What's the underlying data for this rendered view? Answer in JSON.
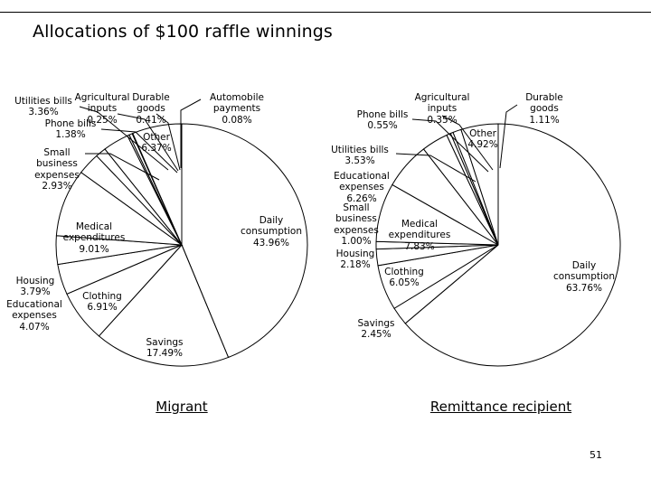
{
  "slide": {
    "title": "Allocations of $100 raffle winnings",
    "page_number": "51"
  },
  "charts": [
    {
      "caption": "Migrant",
      "labels": {
        "daily_consumption": "Daily\nconsumption\n43.96%",
        "savings": "Savings\n17.49%",
        "clothing": "Clothing\n6.91%",
        "educational": "Educational\nexpenses\n4.07%",
        "housing": "Housing\n3.79%",
        "medical": "Medical\nexpenditures\n9.01%",
        "small_business": "Small\nbusiness\nexpenses\n2.93%",
        "utilities": "Utilities bills\n3.36%",
        "phone": "Phone bills\n1.38%",
        "agricultural": "Agricultural\ninputs\n0.25%",
        "durable": "Durable\ngoods\n0.41%",
        "automobile": "Automobile\npayments\n0.08%",
        "other": "Other\n6.37%"
      }
    },
    {
      "caption": "Remittance recipient",
      "labels": {
        "daily_consumption": "Daily\nconsumption\n63.76%",
        "savings": "Savings\n2.45%",
        "clothing": "Clothing\n6.05%",
        "housing": "Housing\n2.18%",
        "small_business": "Small\nbusiness\nexpenses\n1.00%",
        "medical": "Medical\nexpenditures\n7.83%",
        "educational": "Educational\nexpenses\n6.26%",
        "utilities": "Utilities bills\n3.53%",
        "phone": "Phone bills\n0.55%",
        "agricultural": "Agricultural\ninputs\n0.35%",
        "durable": "Durable\ngoods\n1.11%",
        "other": "Other\n4.92%"
      }
    }
  ],
  "chart_data": [
    {
      "type": "pie",
      "title": "Migrant",
      "categories": [
        "Daily consumption",
        "Savings",
        "Clothing",
        "Educational expenses",
        "Housing",
        "Medical expenditures",
        "Small business expenses",
        "Phone bills",
        "Utilities bills",
        "Agricultural inputs",
        "Durable goods",
        "Automobile payments",
        "Other"
      ],
      "values": [
        43.96,
        17.49,
        6.91,
        4.07,
        3.79,
        9.01,
        2.93,
        1.38,
        3.36,
        0.25,
        0.41,
        0.08,
        6.37
      ],
      "unit": "%",
      "start_angle_deg": 0,
      "direction": "clockwise",
      "legend": "none",
      "labels_outside": true
    },
    {
      "type": "pie",
      "title": "Remittance recipient",
      "categories": [
        "Daily consumption",
        "Savings",
        "Clothing",
        "Housing",
        "Small business expenses",
        "Medical expenditures",
        "Educational expenses",
        "Utilities bills",
        "Phone bills",
        "Agricultural inputs",
        "Durable goods",
        "Other"
      ],
      "values": [
        63.76,
        2.45,
        6.05,
        2.18,
        1.0,
        7.83,
        6.26,
        3.53,
        0.55,
        0.35,
        1.11,
        4.92
      ],
      "unit": "%",
      "start_angle_deg": 0,
      "direction": "clockwise",
      "legend": "none",
      "labels_outside": true
    }
  ],
  "colors": {
    "stroke": "#000000",
    "fill": "#ffffff",
    "text": "#000000"
  }
}
